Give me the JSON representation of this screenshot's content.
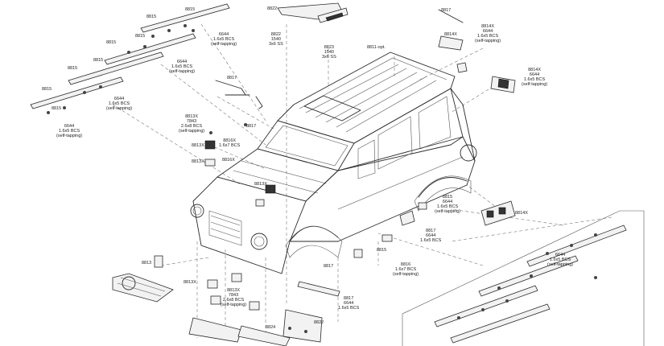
{
  "labels": {
    "l8815_a": "8815",
    "l8815_b": "8815",
    "l8815_c": "8815",
    "l8815_d": "8815",
    "l8815_e": "8815",
    "l8815_f": "8815",
    "l8815_g": "8815",
    "l8815_h": "8815",
    "l6644_a": [
      "6644",
      "1.6x5 BCS",
      "(self-tapping)"
    ],
    "l6644_b": [
      "6644",
      "1.6x5 BCS",
      "(self-tapping)"
    ],
    "l6644_c": [
      "6644",
      "1.6x5 BCS",
      "(self-tapping)"
    ],
    "l6644_d": [
      "6644",
      "1.6x5 BCS",
      "(self-tapping)"
    ],
    "l8822_top": "8822",
    "l8822_sub": [
      "8822",
      "1540",
      "3x6 SS"
    ],
    "l8823": [
      "8823",
      "1540",
      "3x6 SS"
    ],
    "l8817_a": "8817",
    "l8817_b": "8817",
    "l8817_c": "8817",
    "l8817_d": "8817",
    "l8814x_a": [
      "8814X",
      "6644",
      "1.6x5 BCS",
      "(self-tapping)"
    ],
    "l8814x_b": "8814X",
    "l8814x_c": [
      "8814X",
      "6644",
      "1.6x5 BCS",
      "(self-tapping)"
    ],
    "l8814x_d": "8814X",
    "l8811": "8811-opt.",
    "l8813x_a": [
      "8813X",
      "7843",
      "2.6x8 BCS",
      "(self-tapping)"
    ],
    "l8816x": [
      "8816X",
      "1.6x7 BCS"
    ],
    "l8813x_b": "8813X",
    "l8813x_c": "8813X",
    "l8815_r": [
      "8815",
      "6644",
      "1.6x5 BCS",
      "(self-tapping)"
    ],
    "l8816_b": [
      "8816",
      "1.6x7 BCS",
      "(self-tapping)"
    ],
    "l8818": [
      "8817",
      "6644",
      "1.6x5 BCS"
    ],
    "l8813_g": "8813",
    "l8813x_e": "8813X",
    "l8813x_f": [
      "8813X",
      "7843",
      "2.6x8 BCS",
      "(self-tapping)"
    ],
    "l8822_b": "8822",
    "l8824": "8824",
    "l8817_e": [
      "8817",
      "6644",
      "1.6x5 BCS"
    ],
    "l8816x_b": "8816X",
    "l8815_rb": "8815",
    "l8813x_h": "8813X",
    "l6644_e": [
      "6644",
      "1.6x5 BCS",
      "(self-tapping)"
    ]
  }
}
